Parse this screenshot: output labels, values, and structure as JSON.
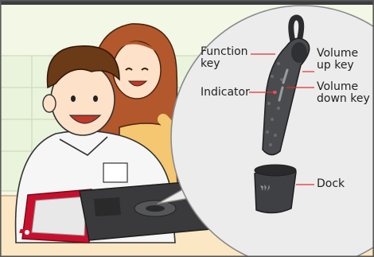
{
  "labels": {
    "function_key": "Function\nkey",
    "volume_up_key": "Volume\nup key",
    "indicator": "Indicator",
    "volume_down_key": "Volume\ndown key",
    "dock": "Dock"
  },
  "colors": {
    "top_bar": "#3c3d3f",
    "border": "#5a5a5a",
    "wall": "#f3f7e6",
    "tile_line": "#cfdcbc",
    "table": "#fbe7c3",
    "bubble": "#ececec",
    "device": "#4a4b4e",
    "leader_line": "#e03030",
    "skin": "#fde1c8",
    "girl_hair": "#b3582c",
    "girl_shirt": "#f4c770",
    "boy_hair": "#6b3a16",
    "boy_shirt": "#f6f6f6",
    "box_lid": "#c8102e",
    "box_tray": "#3a3a3c"
  },
  "icons": [
    "huawei-logo-icon"
  ]
}
